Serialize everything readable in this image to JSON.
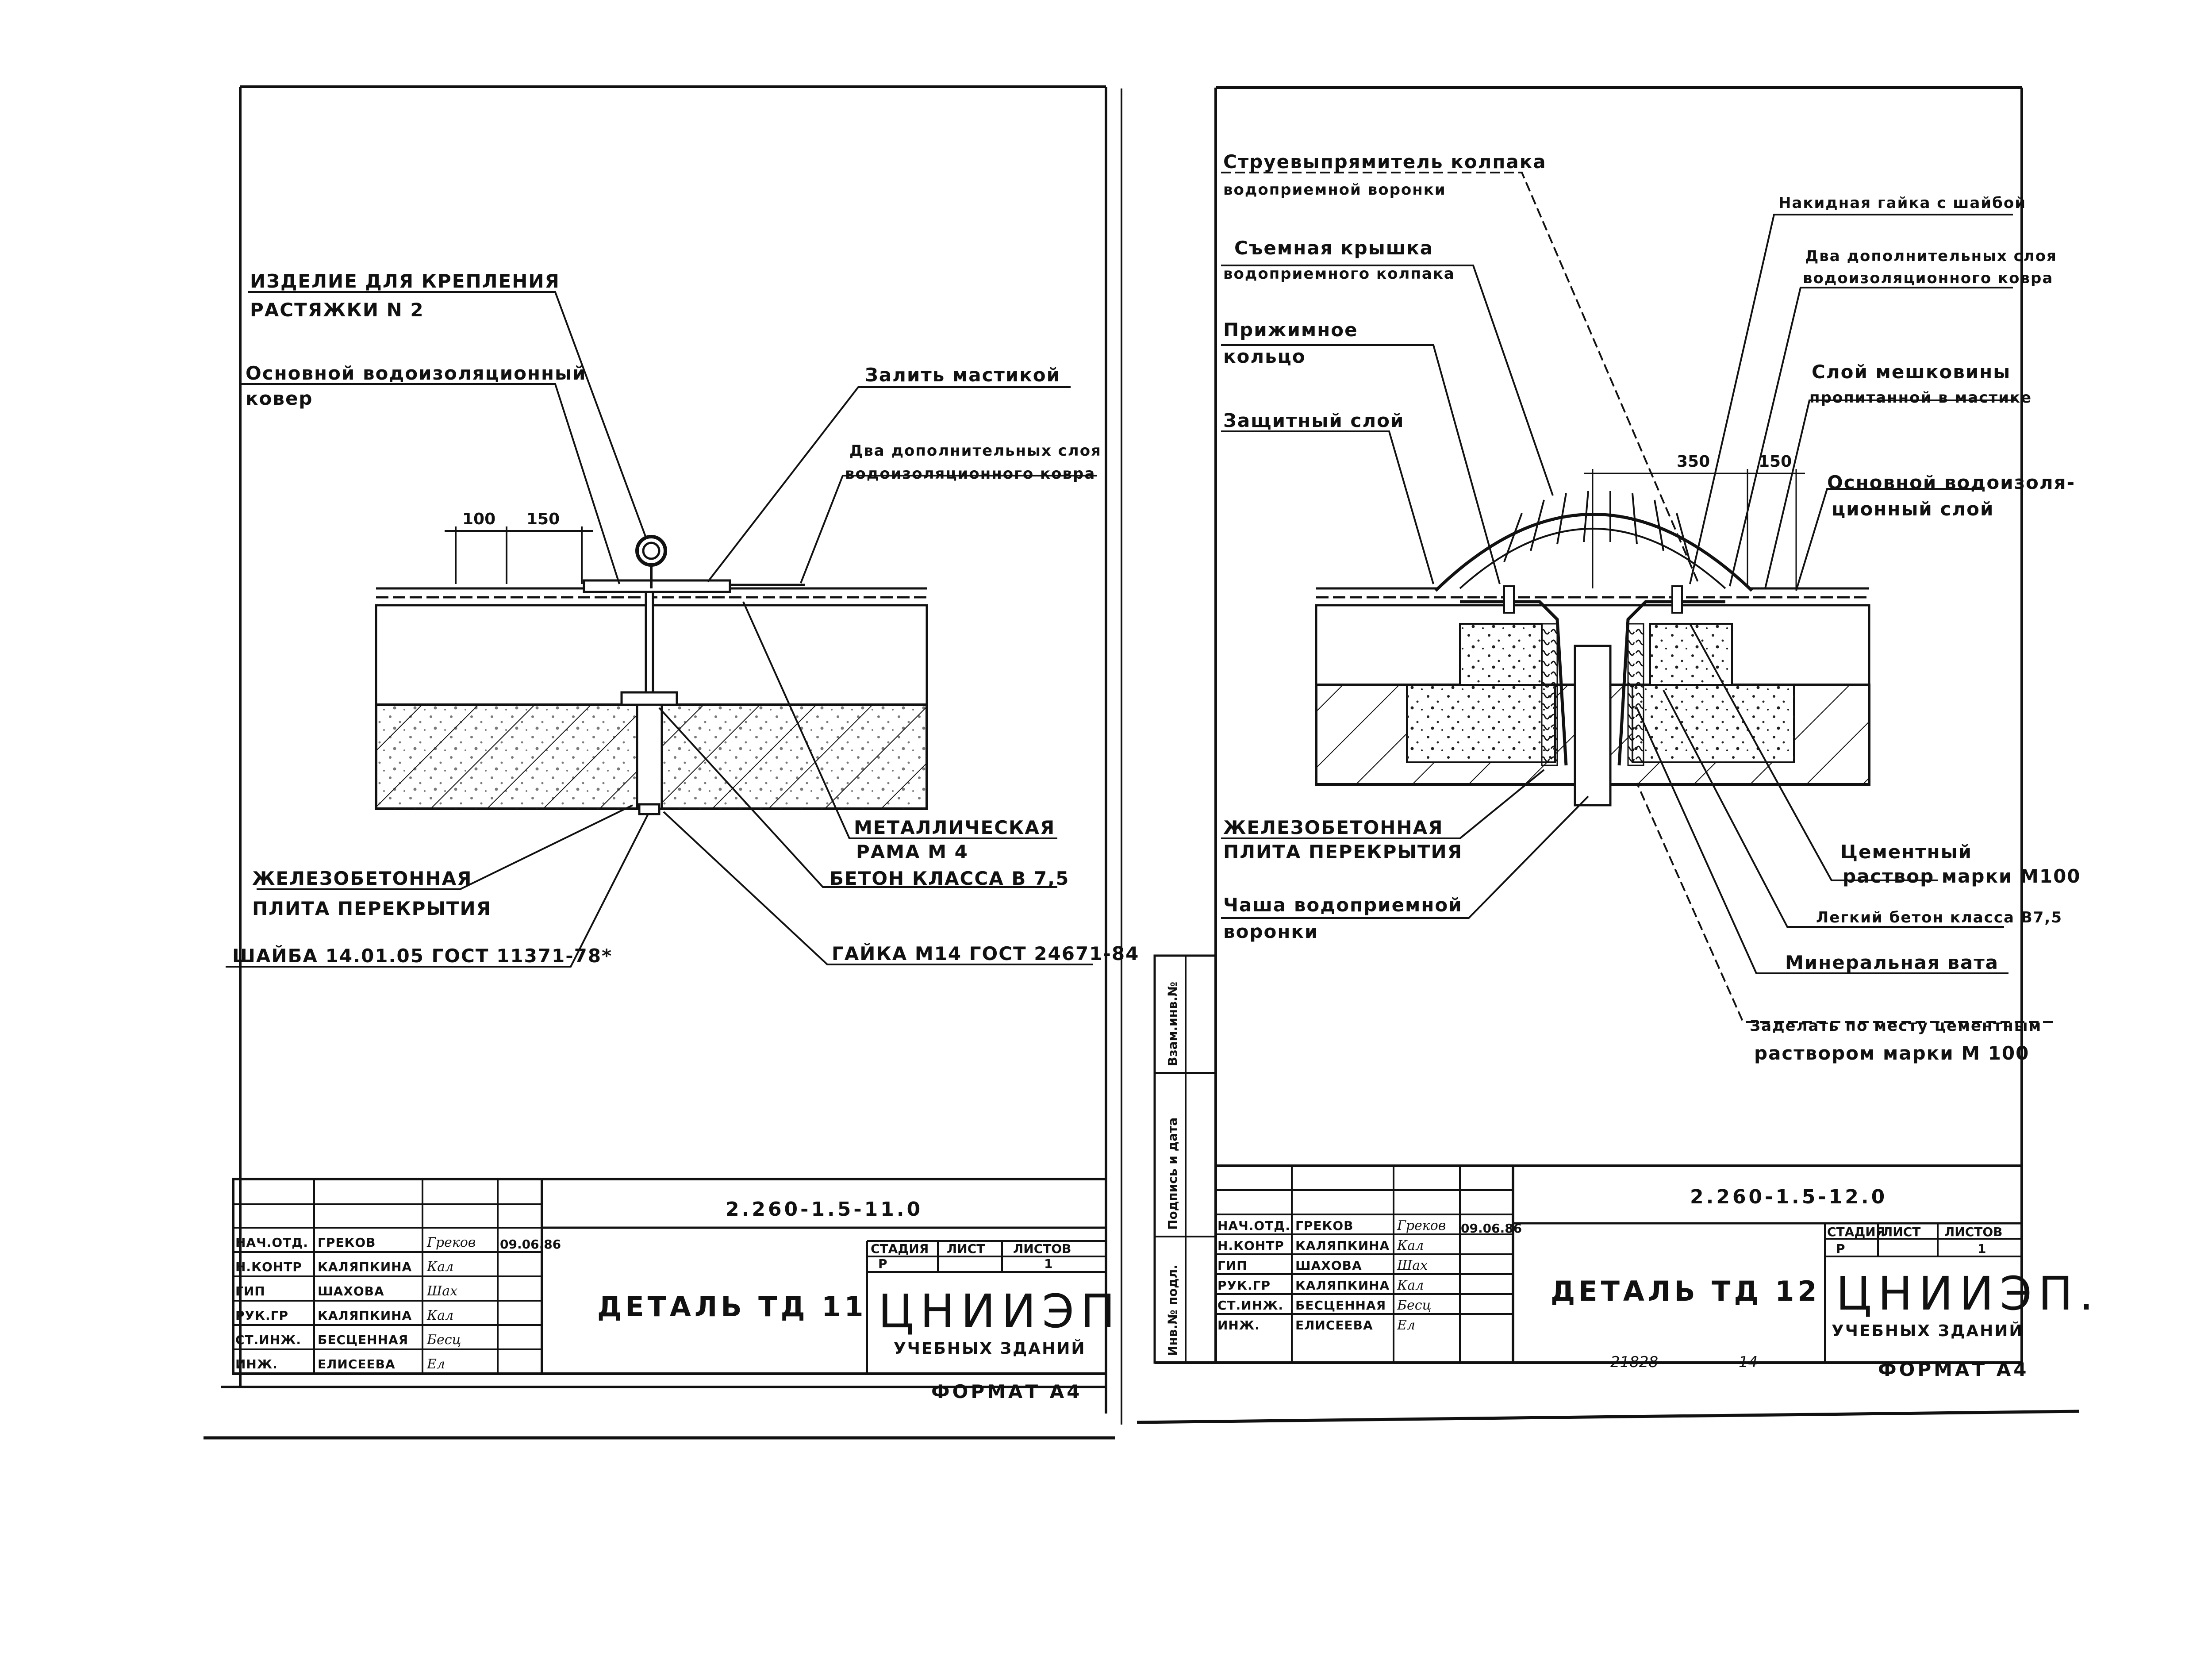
{
  "sheets": {
    "left": {
      "labels": {
        "fastening_item_1": "ИЗДЕЛИЕ ДЛЯ КРЕПЛЕНИЯ",
        "fastening_item_2": "РАСТЯЖКИ N 2",
        "main_carpet_1": "Основной водоизоляционный",
        "main_carpet_2": "ковер",
        "fill_mastic": "Залить мастикой",
        "two_layers_1": "Два дополнительных слоя",
        "two_layers_2": "водоизоляционного ковра",
        "dim_100": "100",
        "dim_150": "150",
        "metal_frame_1": "МЕТАЛЛИЧЕСКАЯ",
        "metal_frame_2": "РАМА М 4",
        "concrete_class": "БЕТОН КЛАССА В 7,5",
        "slab_1": "ЖЕЛЕЗОБЕТОННАЯ",
        "slab_2": "ПЛИТА ПЕРЕКРЫТИЯ",
        "washer": "ШАЙБА 14.01.05 ГОСТ 11371-78*",
        "nut": "ГАЙКА М14 ГОСТ 24671-84"
      },
      "title_block": {
        "code": "2.260-1.5-11.0",
        "title": "ДЕТАЛЬ ТД 11",
        "org": "ЦНИИЭП",
        "org_sub": "УЧЕБНЫХ ЗДАНИЙ",
        "stage_header": "СТАДИЯ",
        "sheet_header": "ЛИСТ",
        "sheets_header": "ЛИСТОВ",
        "stage": "Р",
        "sheet": "",
        "sheets_total": "1",
        "date": "09.06.86",
        "staff": [
          {
            "role": "НАЧ.ОТД.",
            "name": "ГРЕКОВ",
            "signature": "Греков"
          },
          {
            "role": "Н.КОНТР",
            "name": "КАЛЯПКИНА",
            "signature": "Кал"
          },
          {
            "role": "ГИП",
            "name": "ШАХОВА",
            "signature": "Шах"
          },
          {
            "role": "РУК.ГР",
            "name": "КАЛЯПКИНА",
            "signature": "Кал"
          },
          {
            "role": "СТ.ИНЖ.",
            "name": "БЕСЦЕННАЯ",
            "signature": "Бесц"
          },
          {
            "role": "ИНЖ.",
            "name": "ЕЛИСЕЕВА",
            "signature": "Ел"
          }
        ]
      },
      "format": "ФОРМАТ А4"
    },
    "right": {
      "labels": {
        "straightener_1": "Струевыпрямитель колпака",
        "straightener_2": "водоприемной воронки",
        "cover_1": "Съемная крышка",
        "cover_2": "водоприемного колпака",
        "ring_1": "Прижимное",
        "ring_2": "кольцо",
        "protective": "Защитный слой",
        "union_nut": "Накидная гайка с шайбой",
        "two_layers_1": "Два дополнительных слоя",
        "two_layers_2": "водоизоляционного ковра",
        "burlap_1": "Слой мешковины",
        "burlap_2": "пропитанной в мастике",
        "main_carpet_1": "Основной водоизоля-",
        "main_carpet_2": "ционный слой",
        "dim_350": "350",
        "dim_150": "150",
        "slab_1": "ЖЕЛЕЗОБЕТОННАЯ",
        "slab_2": "ПЛИТА ПЕРЕКРЫТИЯ",
        "bowl_1": "Чаша водоприемной",
        "bowl_2": "воронки",
        "cement_1": "Цементный",
        "cement_2": "раствор марки М100",
        "light_concrete": "Легкий бетон класса В7,5",
        "mineral_wool": "Минеральная вата",
        "seal_1": "Заделать по месту цементным",
        "seal_2": "раствором марки М 100"
      },
      "side_stamp": {
        "replace": "Взам.инв.№",
        "sign_date": "Подпись и дата",
        "inv_no": "Инв.№ подл."
      },
      "title_block": {
        "code": "2.260-1.5-12.0",
        "title": "ДЕТАЛЬ ТД 12",
        "org": "ЦНИИЭП.",
        "org_sub": "УЧЕБНЫХ ЗДАНИЙ",
        "stage_header": "СТАДИЯ",
        "sheet_header": "ЛИСТ",
        "sheets_header": "ЛИСТОВ",
        "stage": "Р",
        "sheet": "",
        "sheets_total": "1",
        "date": "09.06.86",
        "staff": [
          {
            "role": "НАЧ.ОТД.",
            "name": "ГРЕКОВ",
            "signature": "Греков"
          },
          {
            "role": "Н.КОНТР",
            "name": "КАЛЯПКИНА",
            "signature": "Кал"
          },
          {
            "role": "ГИП",
            "name": "ШАХОВА",
            "signature": "Шах"
          },
          {
            "role": "РУК.ГР",
            "name": "КАЛЯПКИНА",
            "signature": "Кал"
          },
          {
            "role": "СТ.ИНЖ.",
            "name": "БЕСЦЕННАЯ",
            "signature": "Бесц"
          },
          {
            "role": "ИНЖ.",
            "name": "ЕЛИСЕЕВА",
            "signature": "Ел"
          }
        ]
      },
      "handwritten_note_1": "21828",
      "handwritten_note_2": "14",
      "format": "ФОРМАТ А4"
    }
  }
}
